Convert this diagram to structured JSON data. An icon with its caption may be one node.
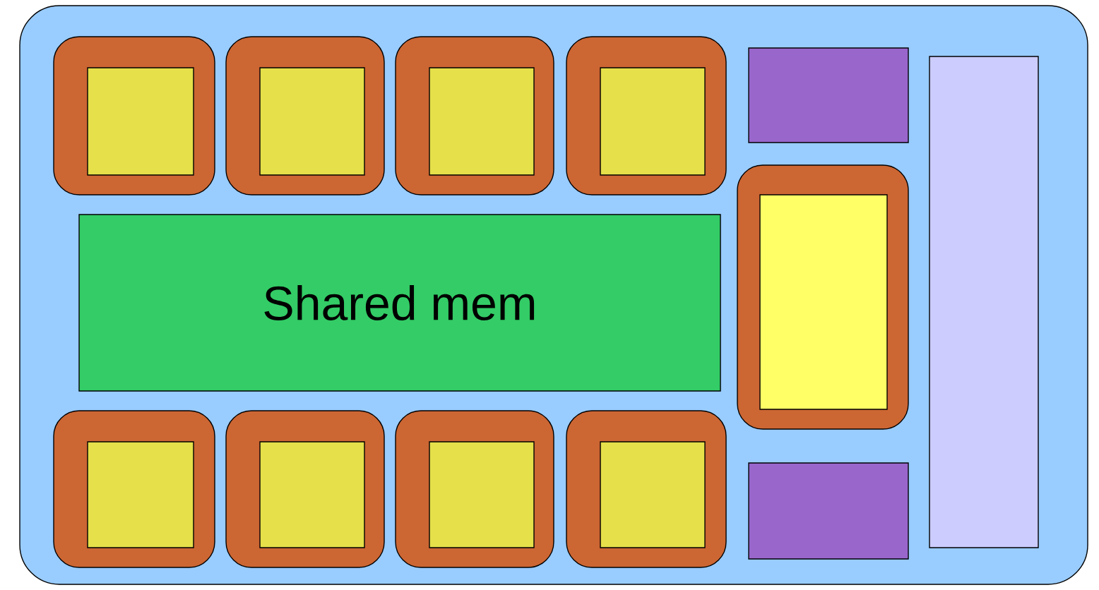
{
  "diagram": {
    "nodes": [
      {
        "text": [],
        "shape": "box"
      },
      {
        "text": [],
        "shape": "box",
        "in": 0
      },
      {
        "text": [],
        "shape": "box",
        "in": 1
      },
      {
        "text": [],
        "shape": "box",
        "in": 0
      },
      {
        "text": [],
        "shape": "box",
        "in": 3
      },
      {
        "text": [],
        "shape": "box",
        "in": 0
      },
      {
        "text": [],
        "shape": "box",
        "in": 5
      },
      {
        "text": [],
        "shape": "box",
        "in": 0
      },
      {
        "text": [],
        "shape": "box",
        "in": 7
      },
      {
        "text": [],
        "shape": "box",
        "in": 0
      },
      {
        "text": [],
        "shape": "box",
        "in": 0
      },
      {
        "text": [
          "Shared mem"
        ],
        "in": 0
      },
      {
        "text": [],
        "shape": "box",
        "in": 0
      },
      {
        "text": [],
        "shape": "box",
        "in": 12
      },
      {
        "text": [],
        "shape": "box",
        "in": 0
      },
      {
        "text": [],
        "shape": "box",
        "in": 14
      },
      {
        "text": [],
        "shape": "box",
        "in": 0
      },
      {
        "text": [],
        "shape": "box",
        "in": 16
      },
      {
        "text": [],
        "shape": "box",
        "in": 0
      },
      {
        "text": [],
        "shape": "box",
        "in": 18
      },
      {
        "text": [],
        "shape": "box",
        "in": 0
      },
      {
        "text": [],
        "shape": "box",
        "in": 20
      },
      {
        "text": [],
        "shape": "box",
        "in": 0
      }
    ]
  }
}
